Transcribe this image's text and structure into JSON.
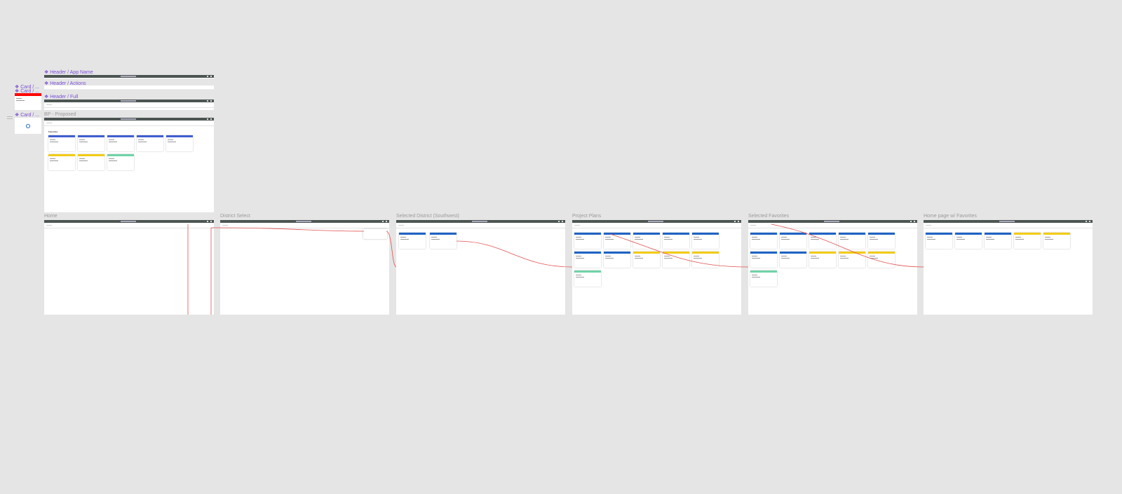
{
  "components": {
    "header_app_name": "Header / App Name",
    "header_actions": "Header / Actions",
    "header_full": "Header / Full",
    "card_1": "Card / ...",
    "card_2": "Card / ...",
    "card_3": "Card / ..."
  },
  "colors": {
    "blue": "#1f63c6",
    "indigo": "#3f5fd0",
    "yellow": "#f2cc16",
    "green": "#6fd3a8",
    "header": "#4c5552",
    "connector": "#e25050"
  },
  "frames": {
    "bp_proposed": {
      "label": "BP - Proposed",
      "favorites": "Favorites"
    },
    "home": {
      "label": "Home"
    },
    "district_select": {
      "label": "District Select"
    },
    "selected_district": {
      "label": "Selected District (Southwest)"
    },
    "project_plans": {
      "label": "Project Plans"
    },
    "selected_favorites": {
      "label": "Selected Favorites"
    },
    "home_favorites": {
      "label": "Home page w/ Favorites"
    }
  }
}
